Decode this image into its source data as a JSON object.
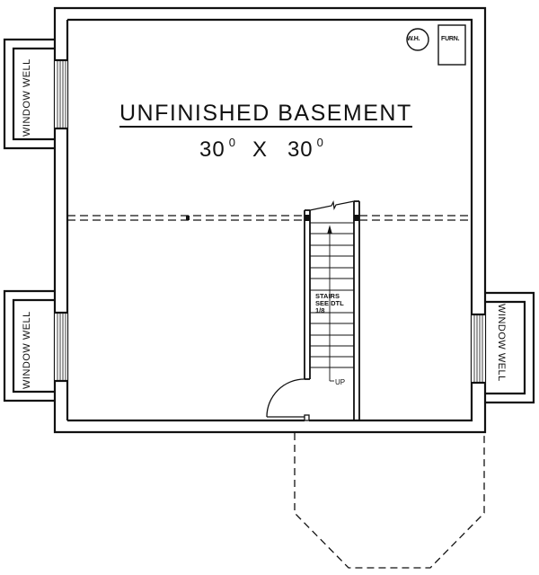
{
  "plan": {
    "room_name": "UNFINISHED BASEMENT",
    "dimensions": {
      "width": "30",
      "width_sup": "0",
      "separator": "X",
      "depth": "30",
      "depth_sup": "0"
    },
    "window_wells": [
      {
        "label": "WINDOW WELL",
        "side": "left-upper"
      },
      {
        "label": "WINDOW WELL",
        "side": "left-lower"
      },
      {
        "label": "WINDOW WELL",
        "side": "right-lower"
      }
    ],
    "fixtures": {
      "water_heater": "W.H.",
      "furnace": "FURN."
    },
    "stairs": {
      "note_line1": "STAIRS",
      "note_line2": "SEE DTL",
      "note_line3": "1/8",
      "direction": "UP"
    },
    "colors": {
      "line": "#111111",
      "background": "#ffffff"
    }
  }
}
